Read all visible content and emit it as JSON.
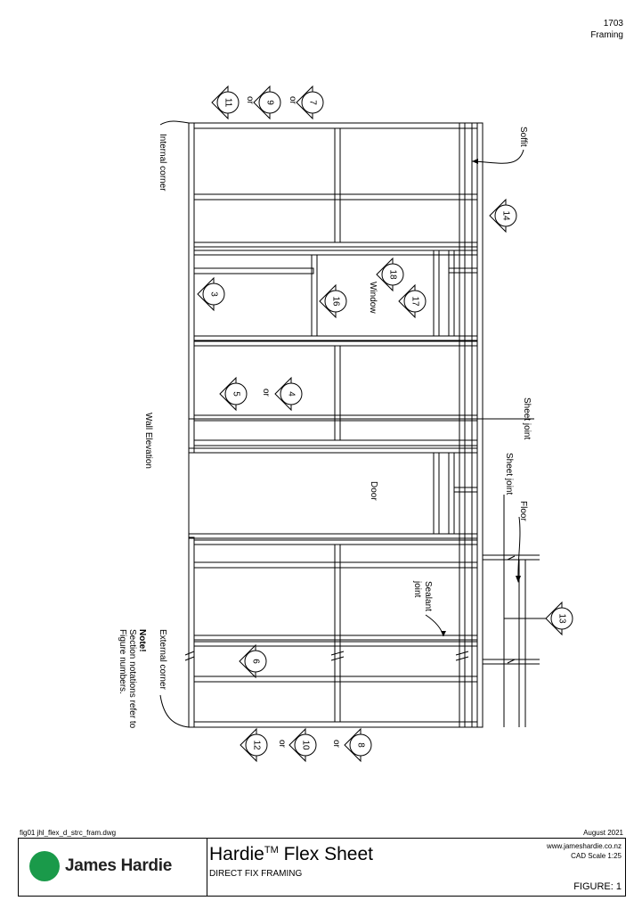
{
  "header": {
    "sheet_number": "1703",
    "sheet_topic": "Framing"
  },
  "labels": {
    "internal_corner": "Internal corner",
    "soffit": "Soffit",
    "window": "Window",
    "wall_elevation": "Wall Elevation",
    "sheet_joint": "Sheet joint",
    "door": "Door",
    "floor": "Floor",
    "sealant_1": "Sealant",
    "sealant_2": "joint",
    "external_corner": "External corner",
    "note_title": "Note!",
    "note_line1": "Section notations refer to",
    "note_line2": "Figure numbers.",
    "or": "or"
  },
  "callouts": [
    {
      "id": "c11",
      "num": "11"
    },
    {
      "id": "c9",
      "num": "9"
    },
    {
      "id": "c7",
      "num": "7"
    },
    {
      "id": "c14",
      "num": "14"
    },
    {
      "id": "c18",
      "num": "18"
    },
    {
      "id": "c3",
      "num": "3"
    },
    {
      "id": "c16",
      "num": "16"
    },
    {
      "id": "c17",
      "num": "17"
    },
    {
      "id": "c5",
      "num": "5"
    },
    {
      "id": "c4",
      "num": "4"
    },
    {
      "id": "c13",
      "num": "13"
    },
    {
      "id": "c6",
      "num": "6"
    },
    {
      "id": "c12",
      "num": "12"
    },
    {
      "id": "c10",
      "num": "10"
    },
    {
      "id": "c8",
      "num": "8"
    }
  ],
  "footer": {
    "filename": "fig01 jhl_flex_d_strc_fram.dwg",
    "date": "August 2021",
    "brand": "James Hardie",
    "title": "Hardie",
    "title_tm": "TM",
    "title_rest": " Flex Sheet",
    "subtitle": "DIRECT FIX FRAMING",
    "website": "www.jameshardie.co.nz",
    "scale": "CAD Scale 1:25",
    "figure": "FIGURE: 1"
  }
}
